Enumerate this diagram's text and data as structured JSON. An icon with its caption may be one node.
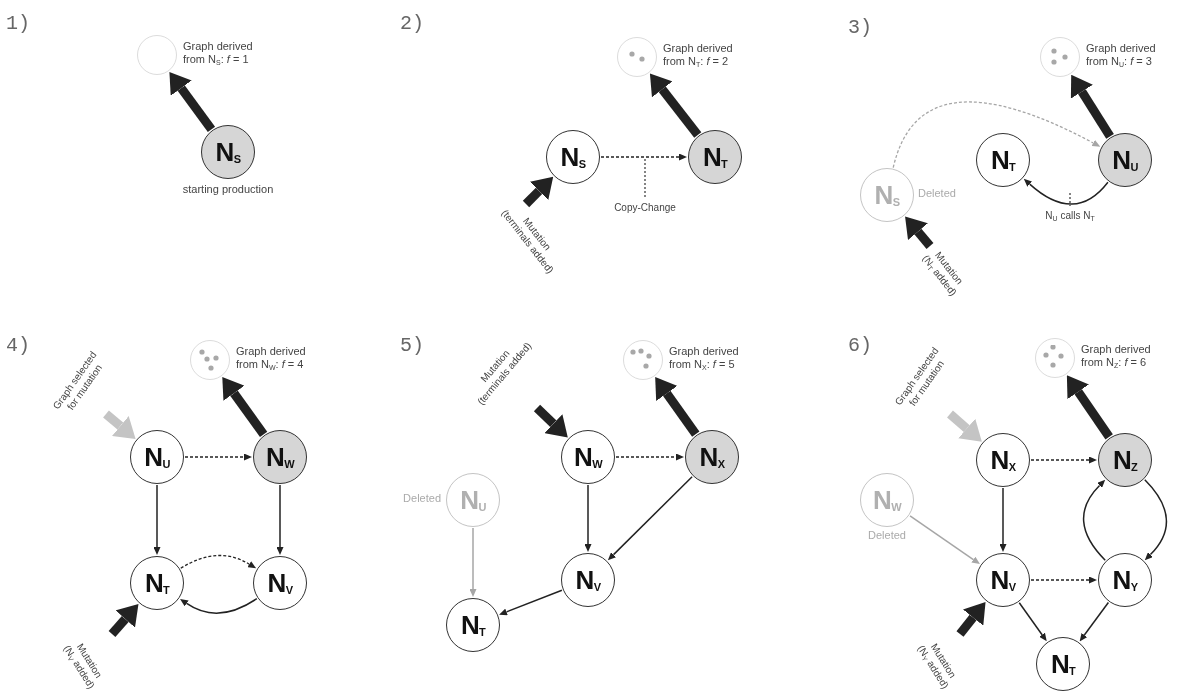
{
  "diagram": {
    "nodes": [
      {
        "text": [],
        "shape": "circle",
        "beside": [
          "Graph derived from N$_{S}$: *f* = 1"
        ]
      },
      {
        "text": [
          "N$_{S}$"
        ],
        "beside": [
          "starting production"
        ]
      },
      {
        "text": [],
        "shape": "circle",
        "beside": [
          "Graph derived from N$_{T}$: *f* = 2"
        ]
      },
      {
        "text": [
          "N$_{S}$"
        ]
      },
      {
        "text": [
          "N$_{T}$"
        ]
      },
      {
        "text": [],
        "shape": "circle",
        "beside": [
          "Graph derived from N$_{U}$: *f* = 3"
        ]
      },
      {
        "text": [
          "N$_{T}$"
        ]
      },
      {
        "text": [
          "N$_{U}$"
        ]
      },
      {
        "text": [
          "N$_{S}$"
        ],
        "beside": [
          "Deleted"
        ]
      },
      {
        "text": [],
        "shape": "circle",
        "beside": [
          "Graph derived from N$_{W}$: *f* = 4"
        ]
      },
      {
        "text": [
          "N$_{U}$"
        ]
      },
      {
        "text": [
          "N$_{W}$"
        ]
      },
      {
        "text": [
          "N$_{T}$"
        ]
      },
      {
        "text": [
          "N$_{V}$"
        ]
      },
      {
        "text": [],
        "shape": "circle",
        "beside": [
          "Graph derived from N$_{X}$: *f* = 5"
        ]
      },
      {
        "text": [
          "N$_{W}$"
        ]
      },
      {
        "text": [
          "N$_{X}$"
        ]
      },
      {
        "text": [
          "N$_{U}$"
        ],
        "beside": [
          "Deleted"
        ]
      },
      {
        "text": [
          "N$_{V}$"
        ]
      },
      {
        "text": [
          "N$_{T}$"
        ]
      },
      {
        "text": [],
        "shape": "circle",
        "beside": [
          "Graph derived from N$_{Z}$: *f* = 6"
        ]
      },
      {
        "text": [
          "N$_{X}$"
        ]
      },
      {
        "text": [
          "N$_{Z}$"
        ]
      },
      {
        "text": [
          "N$_{W}$"
        ],
        "beside": [
          "Deleted"
        ]
      },
      {
        "text": [
          "N$_{V}$"
        ]
      },
      {
        "text": [
          "N$_{Y}$"
        ]
      },
      {
        "text": [
          "N$_{T}$"
        ]
      }
    ],
    "edges": [
      {
        "from": 1,
        "to": 0,
        "arrow": "to",
        "style": "thick"
      },
      {
        "from": 3,
        "to": 4,
        "arrow": "to",
        "style": "dashed",
        "label": "Copy-Change"
      },
      {
        "from": 4,
        "to": 2,
        "arrow": "to",
        "style": "thick"
      },
      {
        "from": null,
        "to": 3,
        "arrow": "to",
        "style": "thick",
        "label": "Mutation (terminals added)"
      },
      {
        "from": 7,
        "to": 5,
        "arrow": "to",
        "style": "thick"
      },
      {
        "from": 8,
        "to": 7,
        "arrow": "to",
        "style": "dashed",
        "color": "#a6a6a6"
      },
      {
        "from": 7,
        "to": 6,
        "arrow": "to",
        "label": "N$_{U}$ calls N$_{T}$"
      },
      {
        "from": null,
        "to": 8,
        "arrow": "to",
        "style": "thick",
        "label": "Mutation (N$_{T}$ added)"
      },
      {
        "from": 11,
        "to": 9,
        "arrow": "to",
        "style": "thick"
      },
      {
        "from": 10,
        "to": 11,
        "arrow": "to",
        "style": "dashed"
      },
      {
        "from": 10,
        "to": 12,
        "arrow": "to"
      },
      {
        "from": 11,
        "to": 13,
        "arrow": "to"
      },
      {
        "from": 12,
        "to": 13,
        "arrow": "to",
        "style": "dashed"
      },
      {
        "from": 13,
        "to": 12,
        "arrow": "to"
      },
      {
        "from": null,
        "to": 10,
        "arrow": "to",
        "style": "thick",
        "color": "#c4c4c4",
        "label": "Graph selected for mutation"
      },
      {
        "from": null,
        "to": 12,
        "arrow": "to",
        "style": "thick",
        "label": "Mutation (N$_{V}$ added)"
      },
      {
        "from": 16,
        "to": 14,
        "arrow": "to",
        "style": "thick"
      },
      {
        "from": 15,
        "to": 16,
        "arrow": "to",
        "style": "dashed"
      },
      {
        "from": 15,
        "to": 18,
        "arrow": "to"
      },
      {
        "from": 16,
        "to": 18,
        "arrow": "to"
      },
      {
        "from": 17,
        "to": 19,
        "arrow": "to",
        "color": "#a6a6a6"
      },
      {
        "from": 18,
        "to": 19,
        "arrow": "to"
      },
      {
        "from": null,
        "to": 15,
        "arrow": "to",
        "style": "thick",
        "label": "Mutation (terminals added)"
      },
      {
        "from": 22,
        "to": 20,
        "arrow": "to",
        "style": "thick"
      },
      {
        "from": 21,
        "to": 22,
        "arrow": "to",
        "style": "dashed"
      },
      {
        "from": 21,
        "to": 24,
        "arrow": "to"
      },
      {
        "from": 23,
        "to": 24,
        "arrow": "to",
        "color": "#a6a6a6"
      },
      {
        "from": 24,
        "to": 25,
        "arrow": "to",
        "style": "dashed"
      },
      {
        "from": 22,
        "to": 25,
        "arrow": "to"
      },
      {
        "from": 25,
        "to": 22,
        "arrow": "to"
      },
      {
        "from": 24,
        "to": 26,
        "arrow": "to"
      },
      {
        "from": 25,
        "to": 26,
        "arrow": "to"
      },
      {
        "from": null,
        "to": 21,
        "arrow": "to",
        "style": "thick",
        "color": "#c4c4c4",
        "label": "Graph selected for mutation"
      },
      {
        "from": null,
        "to": 24,
        "arrow": "to",
        "style": "thick",
        "label": "Mutation (N$_{Y}$ added)"
      }
    ],
    "labels": [
      "1)",
      "2)",
      "3)",
      "4)",
      "5)",
      "6)"
    ]
  }
}
